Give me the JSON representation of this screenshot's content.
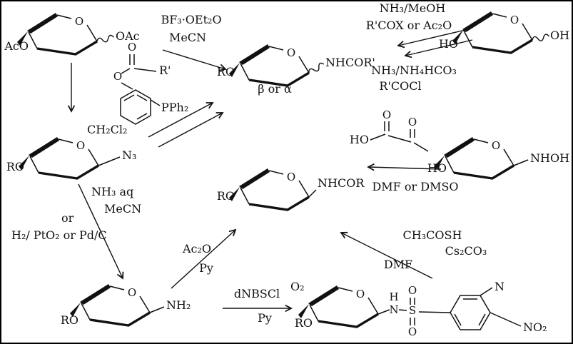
{
  "labels": {
    "O": "O",
    "AcO": "AcO",
    "OAc": "OAc",
    "HO": "HO",
    "OH": "OH",
    "RO": "RO",
    "N3": "N₃",
    "NH2": "NH₂",
    "NHCOR_prime": "NHCOR'",
    "NHCOR": "NHCOR",
    "NHOH": "NHOH",
    "N": "N",
    "H": "H",
    "S": "S",
    "NO2": "NO₂",
    "R_prime": "R'",
    "PPh2": "PPh₂",
    "beta_or_alpha": "β or α"
  },
  "reagents": {
    "bf3_oet2o": "BF₃·OEt₂O",
    "mecn": "MeCN",
    "nh3_meoh": "NH₃/MeOH",
    "rcox_or_ac2o": "R'COX or Ac₂O",
    "nh3_nh4hco3": "NH₃/NH₄HCO₃",
    "rcocl": "R'COCl",
    "ch2cl2": "CH₂Cl₂",
    "nh3_aq": "NH₃ aq",
    "or": "or",
    "h2_pto2_pdc": "H₂/ PtO₂ or Pd/C",
    "ac2o": "Ac₂O",
    "py": "Py",
    "dnbscl": "dNBSCl",
    "dmf_or_dmso": "DMF or DMSO",
    "ch3cosh": "CH₃COSH",
    "cs2co3": "Cs₂CO₃",
    "dmf": "DMF"
  }
}
